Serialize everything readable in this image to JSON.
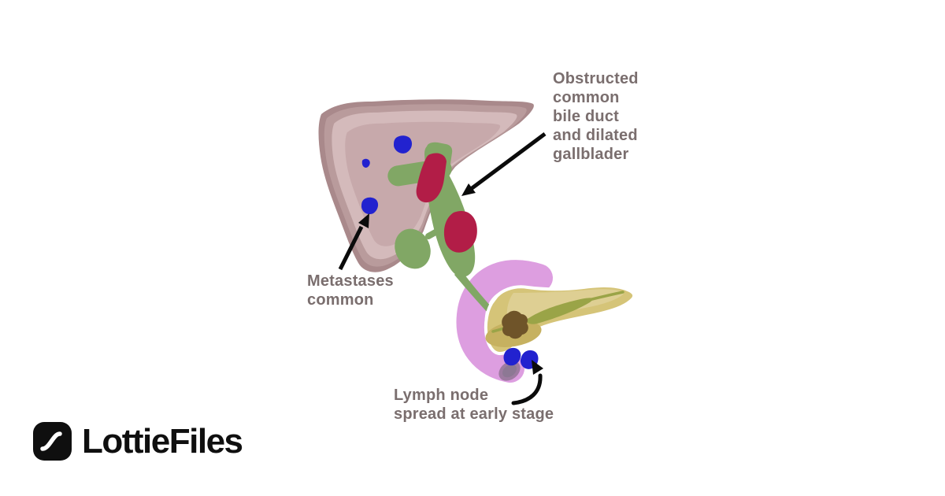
{
  "page": {
    "background_color": "#ffffff"
  },
  "diagram": {
    "subject": "pancreatic-cancer-spread-illustration",
    "labels": {
      "obstructed_duct": "Obstructed\ncommon\nbile duct\nand dilated\ngallblader",
      "metastases": "Metastases\ncommon",
      "lymph_node": "Lymph node\nspread at early stage"
    },
    "label_color": "#7a6e6e",
    "palette": {
      "liver_outer": "#a9898b",
      "liver_mid": "#b99b9c",
      "liver_light": "#d4babb",
      "liver_center": "#c7a9ab",
      "bile_duct_green": "#81a765",
      "obstruction_red": "#b21d47",
      "metastasis_blue": "#2222cf",
      "duodenum_pink": "#dd9ee0",
      "duodenum_rim": "#9e7ba1",
      "duodenum_lumen": "#8d7894",
      "pancreas_body": "#d5c478",
      "pancreas_highlight": "#decf93",
      "pancreas_shadow": "#c6b160",
      "pancreas_duct_olive": "#9aa447",
      "tumor_brown": "#6f5429",
      "arrow_black": "#0b0b0b"
    }
  },
  "branding": {
    "logo_text": "LottieFiles",
    "logo_icon": "lottie-s-curve-icon",
    "logo_color": "#0f0f0f"
  }
}
